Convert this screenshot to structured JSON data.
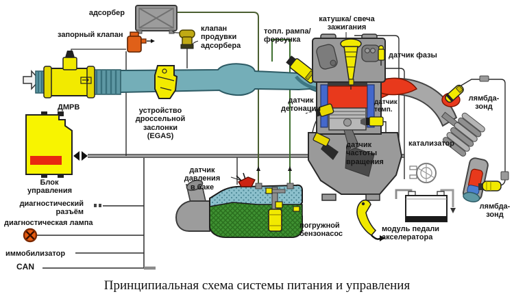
{
  "caption": "Принципиальная схема системы питания и управления",
  "labels": {
    "adsorber": "адсорбер",
    "shutoff_valve": "запорный клапан",
    "purge_valve": "клапан\nпродувки\nадсорбера",
    "fuel_rail": "топл. рампа/\nфорсунка",
    "ignition": "катушка/ свеча\nзажигания",
    "phase_sensor": "датчик фазы",
    "lambda_front": "лямбда-\nзонд",
    "maf": "ДМРВ",
    "throttle": "устройство\nдроссельной\nзаслонки\n(EGAS)",
    "knock_sensor": "датчик\nдетонации",
    "temp_sensor": "датчик\nтемп.",
    "catalyst": "катализатор",
    "ecu": "Блок\nуправления",
    "crank_sensor": "датчик\nчастоты\nвращения",
    "tank_pressure_sensor": "датчик давления\nв баке",
    "diagnostic_connector": "диагностический\nразъём",
    "diagnostic_lamp": "диагностическая лампа",
    "fuel_pump": "погружной\nбензонасос",
    "pedal_module": "модуль педали акселератора",
    "immobilizer": "иммобилизатор",
    "can_bus": "CAN",
    "lambda_rear": "лямбда-\nзонд"
  },
  "colors": {
    "pipe_teal": "#74aeb8",
    "component_yellow": "#f2ea00",
    "valve_orange": "#e06018",
    "hot_red": "#e8391c",
    "fuel_green": "#3f9132",
    "metal_gray": "#9a9a9a",
    "liner_blue": "#4468cc"
  }
}
